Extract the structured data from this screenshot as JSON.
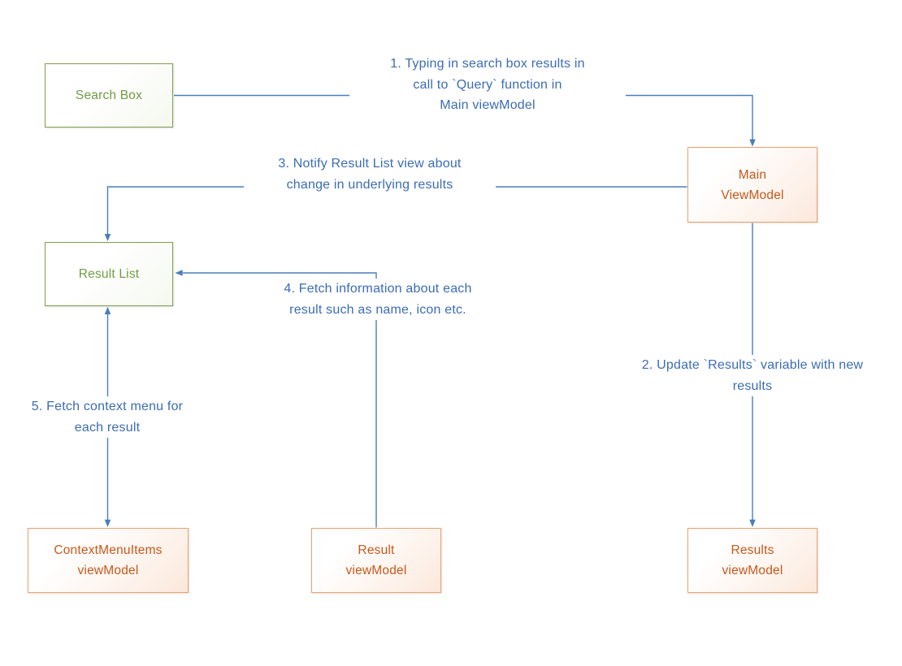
{
  "diagram": {
    "nodes": {
      "search_box": {
        "label": "Search Box"
      },
      "result_list": {
        "label": "Result List"
      },
      "main_viewmodel": {
        "lines": [
          "Main",
          "ViewModel"
        ]
      },
      "contextmenuitems_viewmodel": {
        "lines": [
          "ContextMenuItems",
          "viewModel"
        ]
      },
      "result_viewmodel": {
        "lines": [
          "Result",
          "viewModel"
        ]
      },
      "results_viewmodel": {
        "lines": [
          "Results",
          "viewModel"
        ]
      }
    },
    "annotations": {
      "step1": {
        "lines": [
          "1. Typing in search box results in",
          "call to `Query` function in",
          "Main viewModel"
        ]
      },
      "step2": {
        "lines": [
          "2. Update `Results` variable with new",
          "results"
        ]
      },
      "step3": {
        "lines": [
          "3. Notify Result List view about",
          "change in underlying results"
        ]
      },
      "step4": {
        "lines": [
          "4. Fetch information about each",
          "result such as name, icon etc."
        ]
      },
      "step5": {
        "lines": [
          "5. Fetch context menu for",
          "each result"
        ]
      }
    },
    "edges": [
      {
        "from": "search_box",
        "to": "main_viewmodel",
        "label_ref": "step1",
        "bidirectional": false
      },
      {
        "from": "main_viewmodel",
        "to": "results_viewmodel",
        "label_ref": "step2",
        "bidirectional": false
      },
      {
        "from": "main_viewmodel",
        "to": "result_list",
        "label_ref": "step3",
        "bidirectional": false
      },
      {
        "from": "result_viewmodel",
        "to": "result_list",
        "label_ref": "step4",
        "bidirectional": false
      },
      {
        "from": "result_list",
        "to": "contextmenuitems_viewmodel",
        "label_ref": "step5",
        "bidirectional": true
      }
    ],
    "colors": {
      "green_border": "#7d9f4e",
      "green_text": "#6f9d44",
      "orange_border": "#efa06d",
      "orange_text": "#c7581a",
      "arrow_blue": "#4a7ebb",
      "text_blue": "#3b6cb5"
    }
  }
}
